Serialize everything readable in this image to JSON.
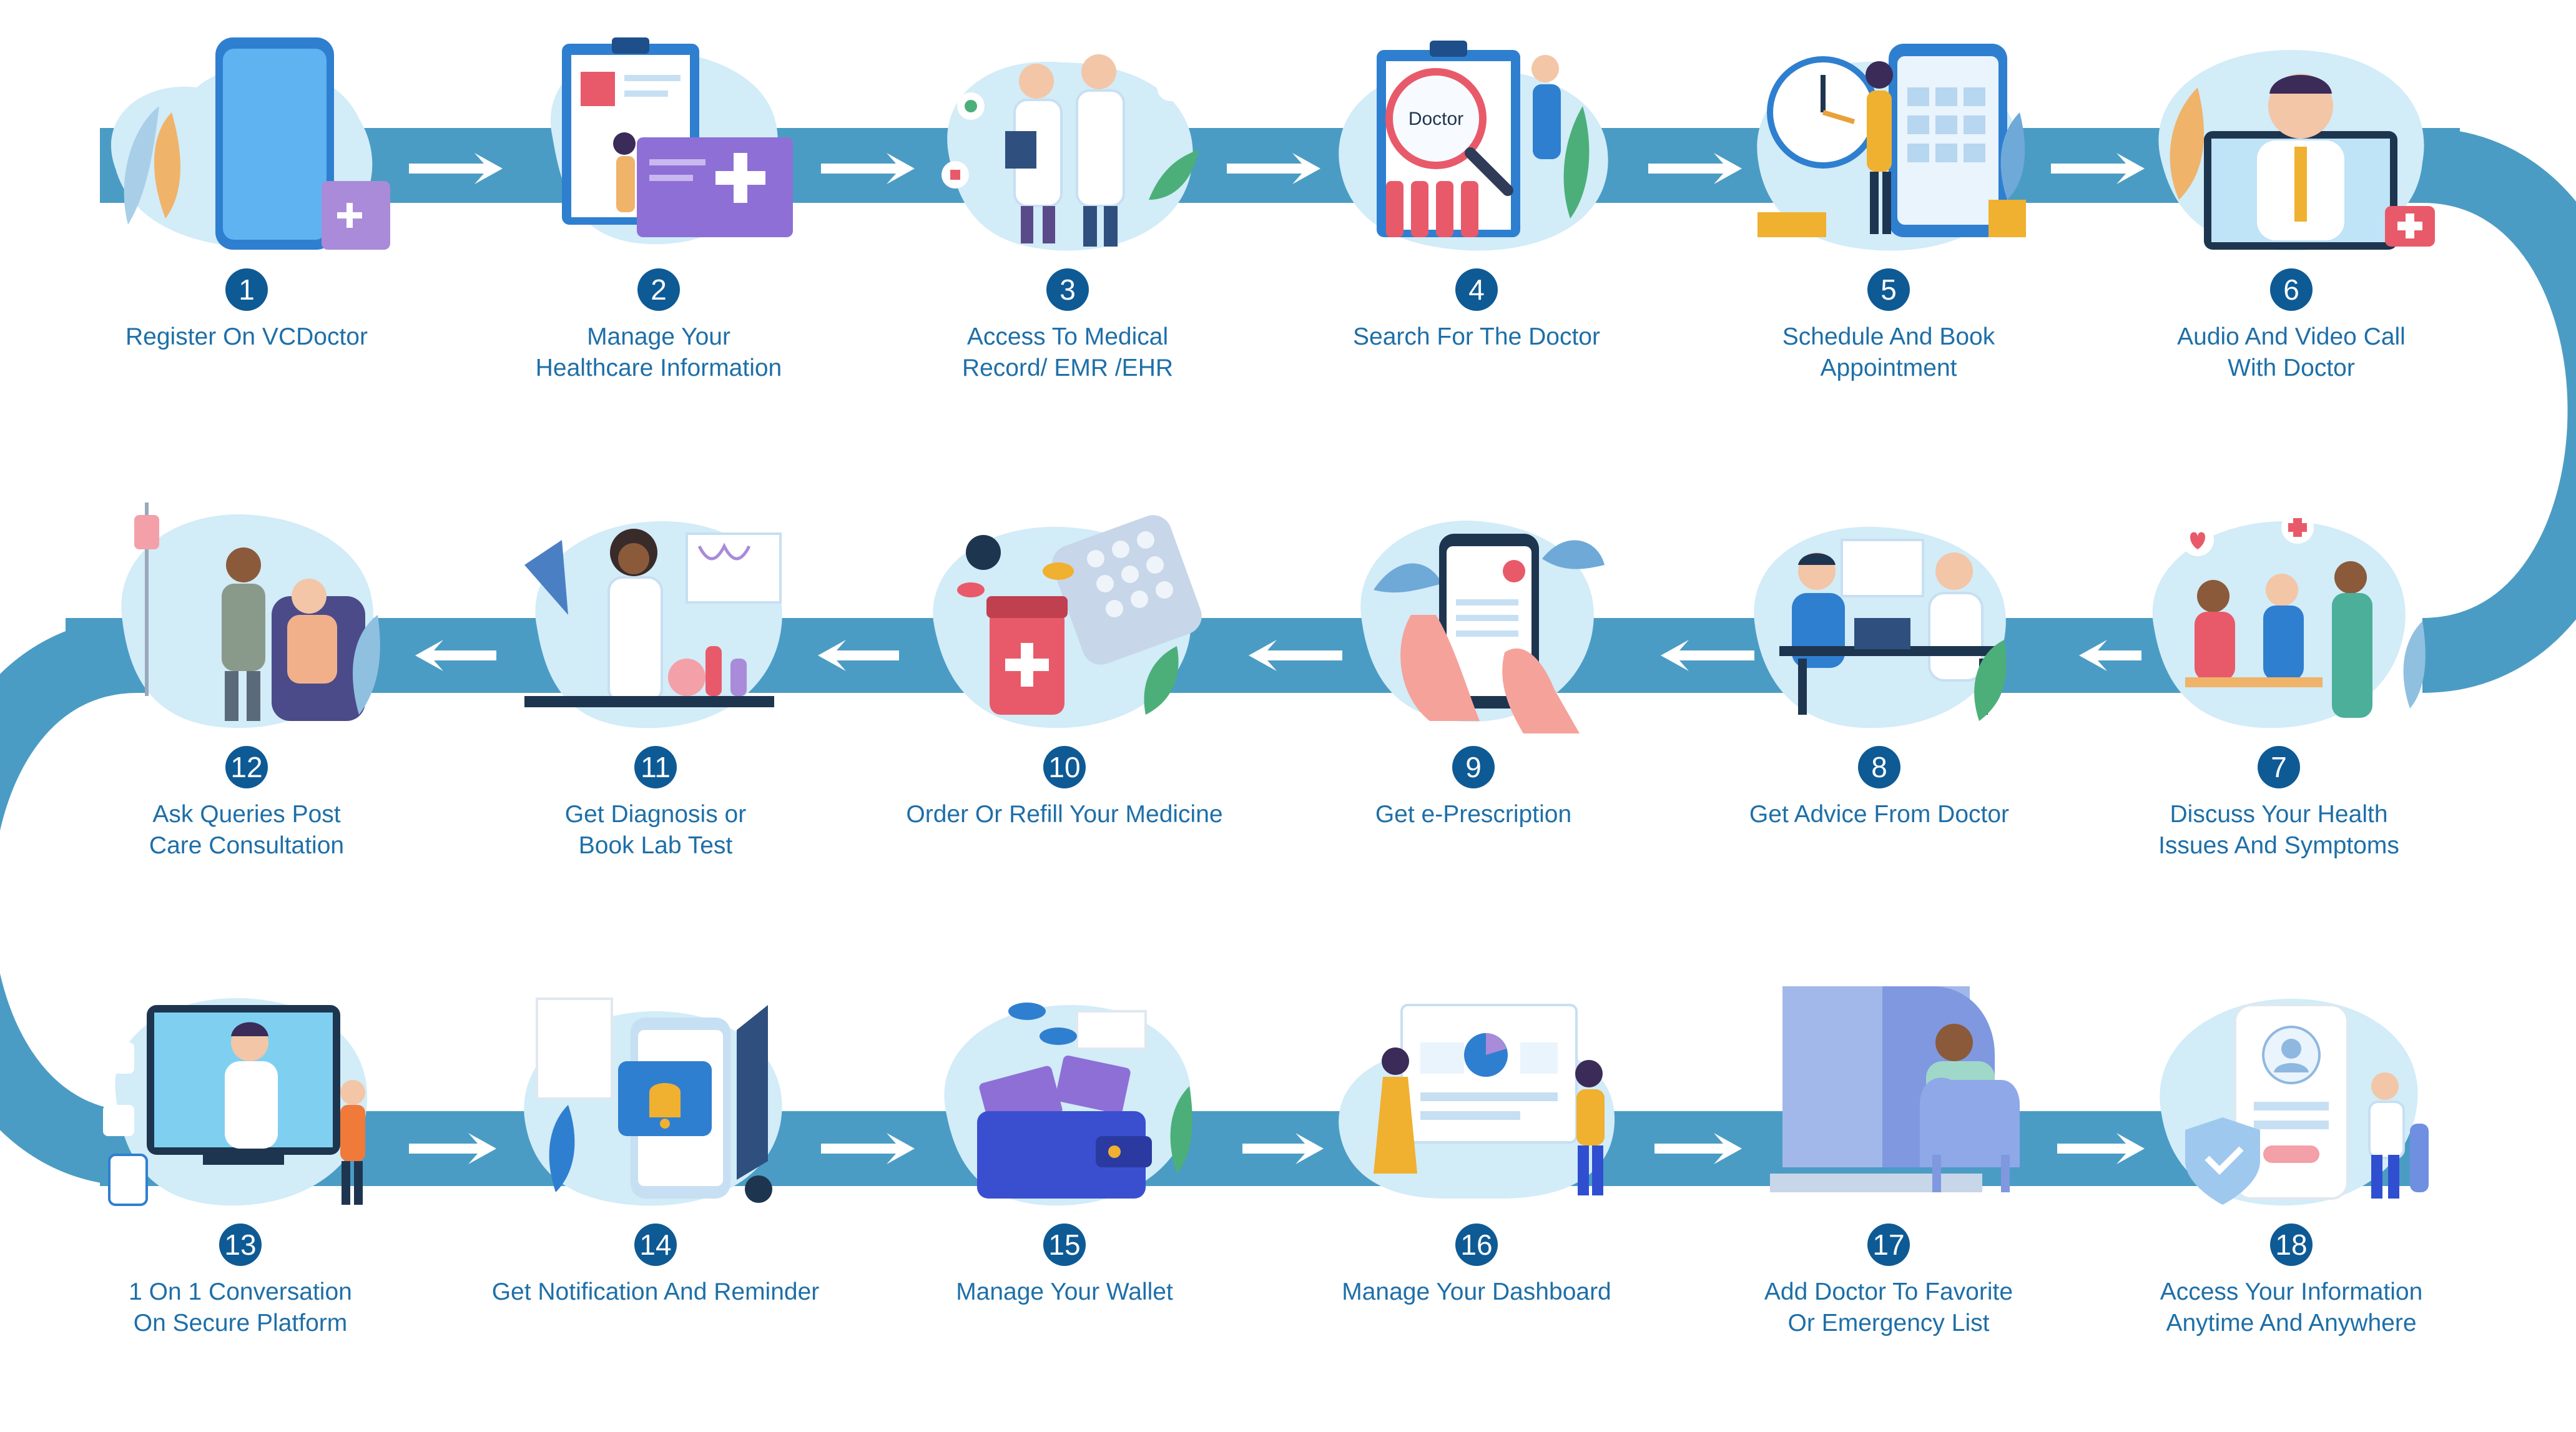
{
  "colors": {
    "path": "#4b9cc4",
    "arrow": "#ffffff",
    "badge": "#0e5a95",
    "label": "#1e6fa8",
    "blob": "#d2ecf8",
    "accent_blue": "#2f7fd0",
    "accent_red": "#e85a6a",
    "accent_green": "#4caf7a"
  },
  "steps": [
    {
      "num": "1",
      "line1": "Register On VCDoctor",
      "line2": "",
      "illustration": "phone-registration-illustration"
    },
    {
      "num": "2",
      "line1": "Manage Your",
      "line2": "Healthcare Information",
      "illustration": "health-card-clipboard-illustration"
    },
    {
      "num": "3",
      "line1": "Access To Medical",
      "line2": "Record/ EMR /EHR",
      "illustration": "doctor-nurse-records-illustration"
    },
    {
      "num": "4",
      "line1": "Search For The Doctor",
      "line2": "",
      "illustration": "magnifier-doctor-search-illustration",
      "magnifier_text": "Doctor"
    },
    {
      "num": "5",
      "line1": "Schedule And Book",
      "line2": "Appointment",
      "illustration": "calendar-clock-booking-illustration"
    },
    {
      "num": "6",
      "line1": "Audio And Video Call",
      "line2": "With Doctor",
      "illustration": "doctor-video-call-illustration"
    },
    {
      "num": "7",
      "line1": "Discuss Your Health",
      "line2": "Issues And Symptoms",
      "illustration": "doctor-patient-consultation-illustration"
    },
    {
      "num": "8",
      "line1": "Get Advice From Doctor",
      "line2": "",
      "illustration": "doctor-desk-advice-illustration"
    },
    {
      "num": "9",
      "line1": "Get e-Prescription",
      "line2": "",
      "illustration": "hand-phone-prescription-illustration"
    },
    {
      "num": "10",
      "line1": "Order Or Refill Your Medicine",
      "line2": "",
      "illustration": "pills-bottle-illustration"
    },
    {
      "num": "11",
      "line1": "Get Diagnosis or",
      "line2": "Book Lab Test",
      "illustration": "lab-scientist-illustration"
    },
    {
      "num": "12",
      "line1": "Ask Queries Post",
      "line2": "Care Consultation",
      "illustration": "post-care-patient-illustration"
    },
    {
      "num": "13",
      "line1": "1 On 1 Conversation",
      "line2": "On Secure Platform",
      "illustration": "secure-monitor-doctor-illustration"
    },
    {
      "num": "14",
      "line1": "Get Notification And Reminder",
      "line2": "",
      "illustration": "phone-bell-notification-illustration"
    },
    {
      "num": "15",
      "line1": "Manage Your Wallet",
      "line2": "",
      "illustration": "wallet-cards-illustration"
    },
    {
      "num": "16",
      "line1": "Manage Your Dashboard",
      "line2": "",
      "illustration": "dashboard-board-illustration"
    },
    {
      "num": "17",
      "line1": "Add Doctor To Favorite",
      "line2": "Or Emergency List",
      "illustration": "monitor-favorite-list-illustration"
    },
    {
      "num": "18",
      "line1": "Access Your Information",
      "line2": "Anytime And Anywhere",
      "illustration": "phone-shield-user-illustration"
    }
  ]
}
